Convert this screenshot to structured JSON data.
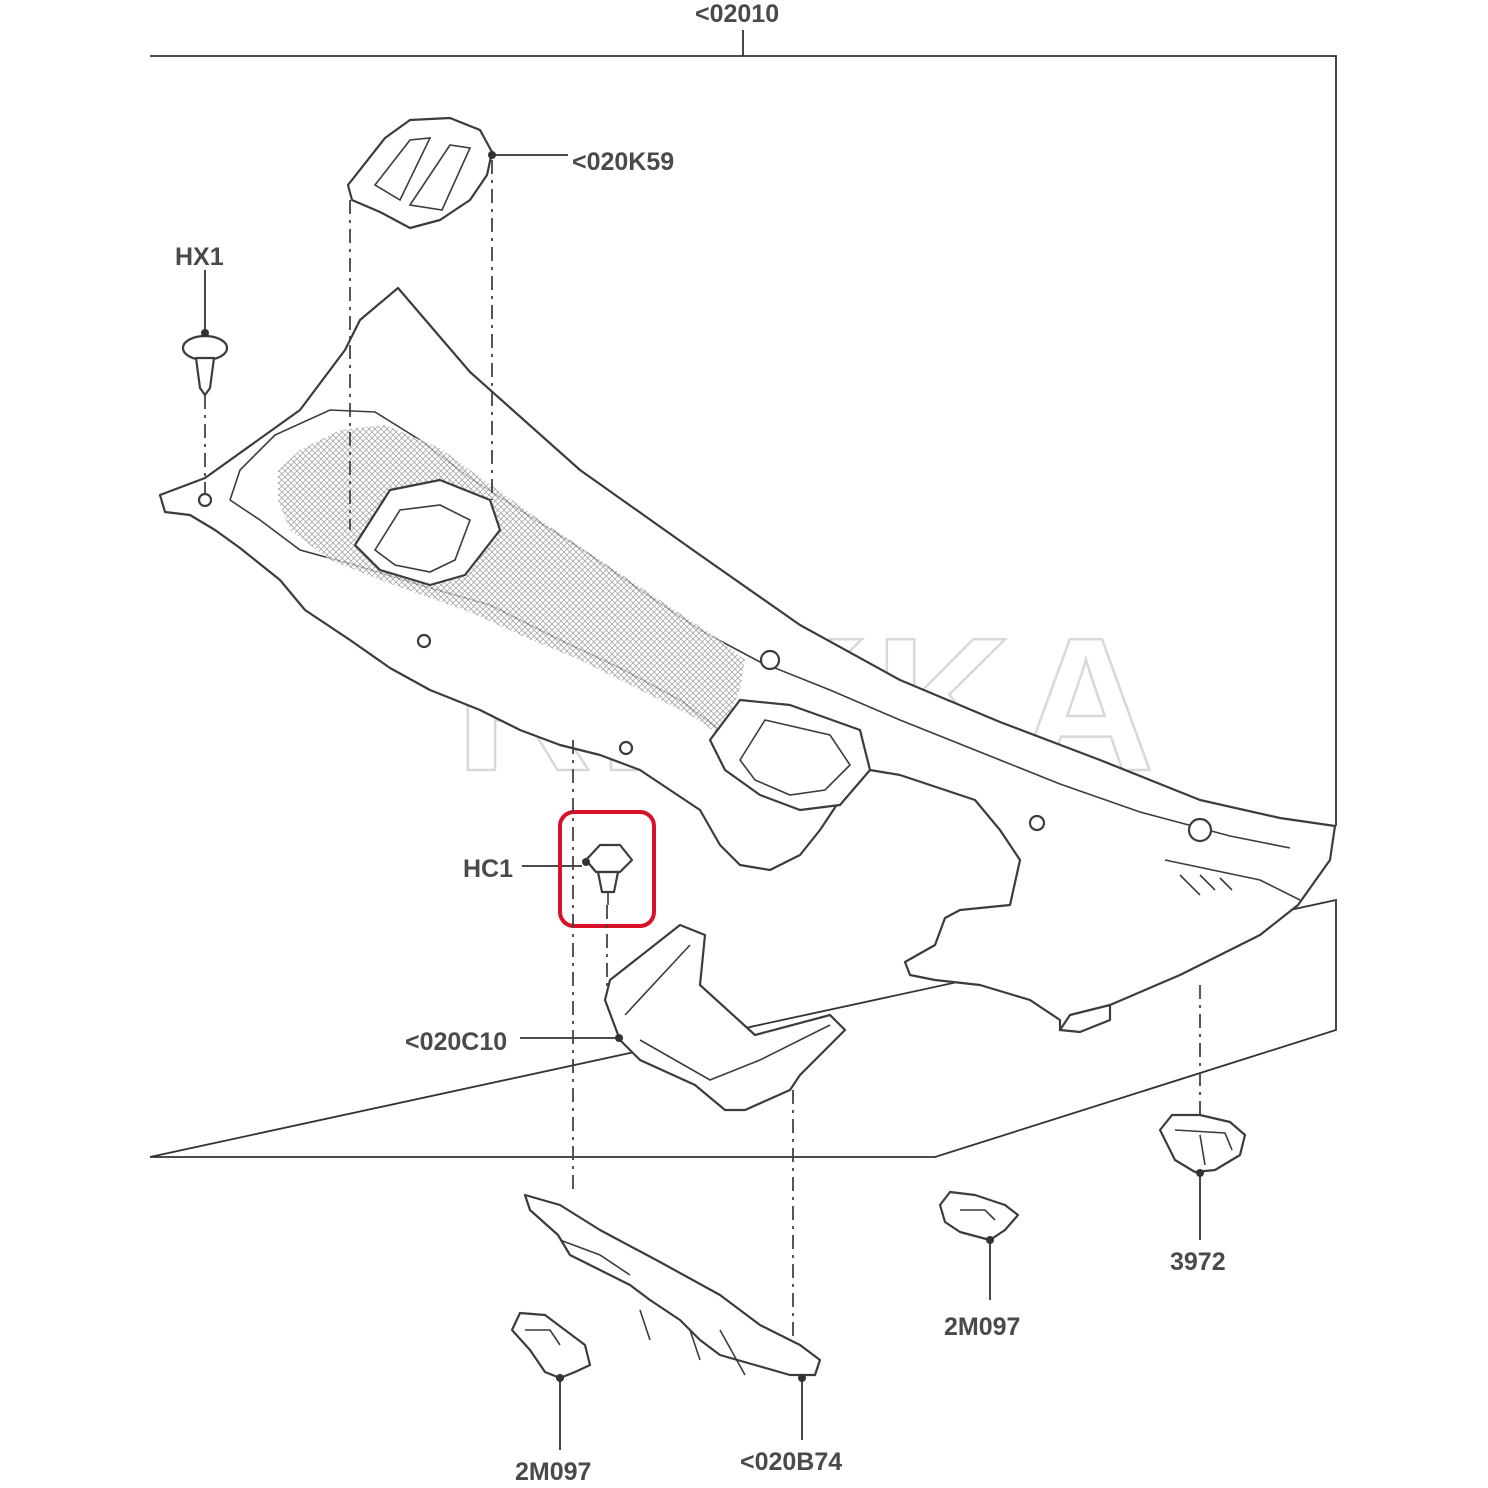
{
  "labels": {
    "assembly": "<02010",
    "cover": "<020K59",
    "hx1": "HX1",
    "hc1": "HC1",
    "duct": "<020C10",
    "grommet_right": "3972",
    "seal_mid": "2M097",
    "seal_left": "2M097",
    "bracket": "<020B74"
  },
  "watermark": "REKKA",
  "highlight_color": "#d8112a"
}
